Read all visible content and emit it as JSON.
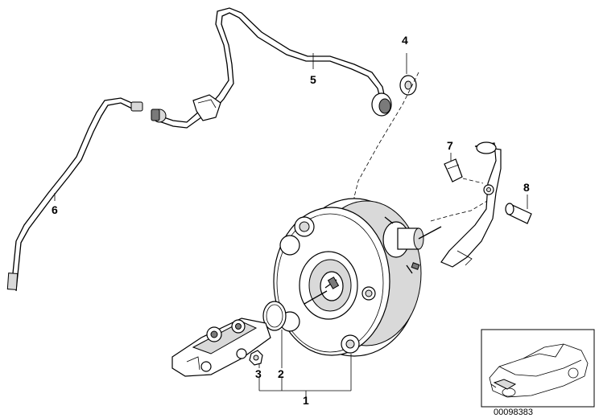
{
  "callouts": {
    "c1": "1",
    "c2": "2",
    "c3": "3",
    "c4": "4",
    "c5": "5",
    "c6": "6",
    "c7": "7",
    "c8": "8"
  },
  "reference_number": "00098383"
}
